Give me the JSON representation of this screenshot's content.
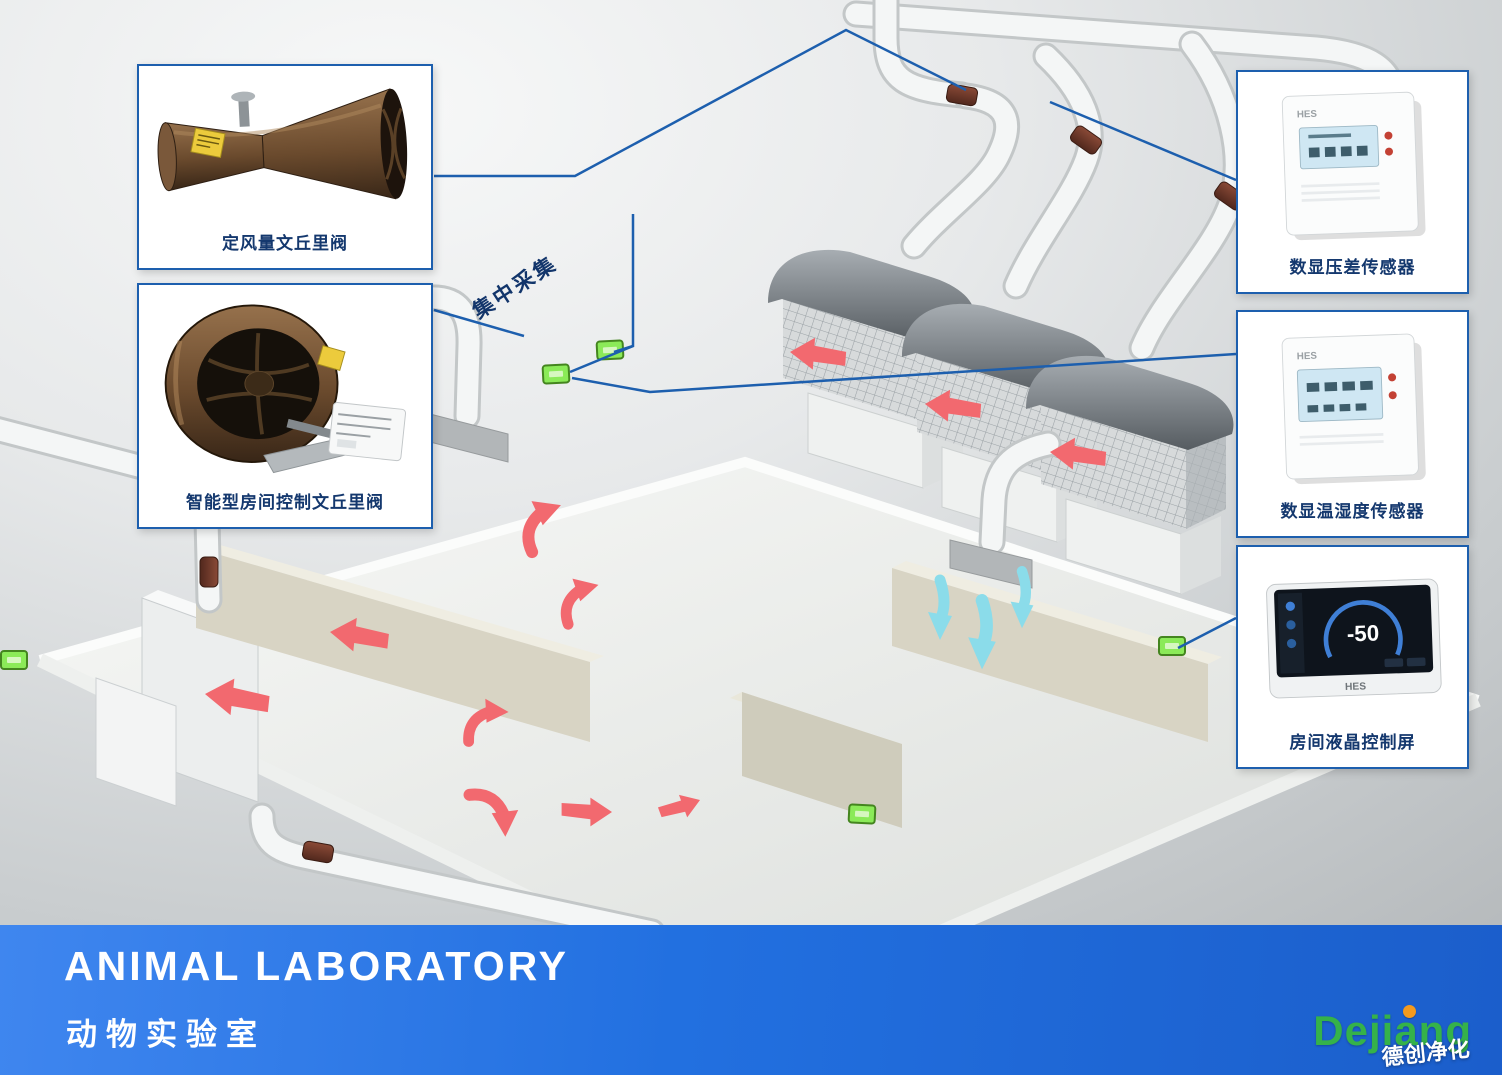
{
  "banner": {
    "title": "ANIMAL LABORATORY",
    "subtitle": "动物实验室"
  },
  "logo": {
    "brand": "Dejiang",
    "watermark": "德创净化"
  },
  "scene": {
    "collection_label": "集中采集"
  },
  "callouts": {
    "cav_valve": {
      "label": "定风量文丘里阀"
    },
    "smart_valve": {
      "label": "智能型房间控制文丘里阀"
    },
    "pressure_sensor": {
      "label": "数显压差传感器",
      "brand": "HES"
    },
    "temp_humidity_sensor": {
      "label": "数显温湿度传感器",
      "brand": "HES"
    },
    "lcd_panel": {
      "label": "房间液晶控制屏",
      "brand": "HES",
      "screen_value": "-50"
    }
  },
  "colors": {
    "connector_blue": "#1d5fae",
    "banner_blue": "#2270e0",
    "airflow_red": "#f2696f",
    "airflow_cyan": "#8bdcea",
    "sensor_green": "#8bea58",
    "valve_brown": "#6a4a2d"
  }
}
